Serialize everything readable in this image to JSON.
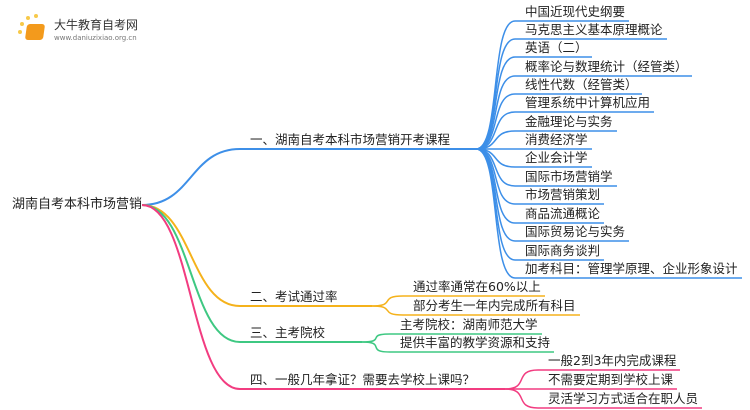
{
  "logo": {
    "name": "大牛教育自考网",
    "url": "www.daniuzixiao.org.cn"
  },
  "root": {
    "label": "湖南自考本科市场营销"
  },
  "colors": {
    "b1": "#3d8fe8",
    "b2": "#f5b21b",
    "b3": "#3ec882",
    "b4": "#f23c80"
  },
  "branches": [
    {
      "label": "一、湖南自考本科市场营销开考课程",
      "leaves": [
        "中国近现代史纲要",
        "马克思主义基本原理概论",
        "英语（二）",
        "概率论与数理统计（经管类）",
        "线性代数（经管类）",
        "管理系统中计算机应用",
        "金融理论与实务",
        "消费经济学",
        "企业会计学",
        "国际市场营销学",
        "市场营销策划",
        "商品流通概论",
        "国际贸易论与实务",
        "国际商务谈判",
        "加考科目：管理学原理、企业形象设计"
      ]
    },
    {
      "label": "二、考试通过率",
      "leaves": [
        "通过率通常在60%以上",
        "部分考生一年内完成所有科目"
      ]
    },
    {
      "label": "三、主考院校",
      "leaves": [
        "主考院校：湖南师范大学",
        "提供丰富的教学资源和支持"
      ]
    },
    {
      "label": "四、一般几年拿证？需要去学校上课吗？",
      "leaves": [
        "一般2到3年内完成课程",
        "不需要定期到学校上课",
        "灵活学习方式适合在职人员"
      ]
    }
  ]
}
